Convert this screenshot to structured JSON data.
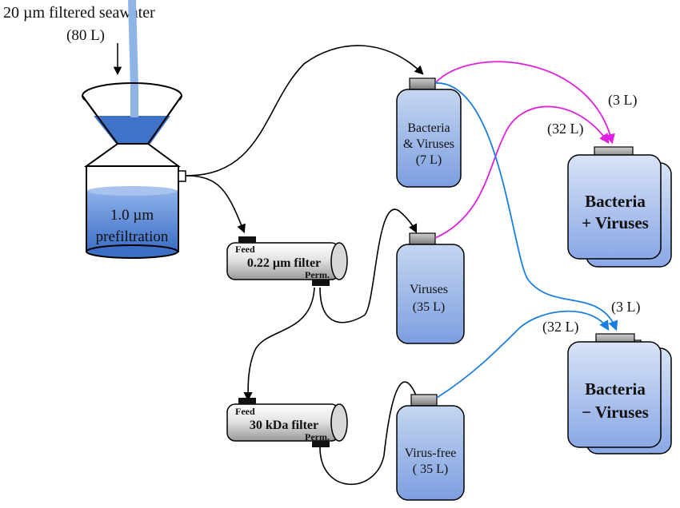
{
  "title": "",
  "source": {
    "label": "20 µm filtered seawater",
    "volume": "(80 L)"
  },
  "prefilter": {
    "line1": "1.0 µm",
    "line2": "prefiltration"
  },
  "filters": {
    "filter_022": {
      "name": "0.22 µm filter",
      "feed": "Feed",
      "perm": "Perm."
    },
    "filter_30kda": {
      "name": "30 kDa filter",
      "feed": "Feed",
      "perm": "Perm."
    }
  },
  "bottles": {
    "bacteria_viruses": {
      "line1": "Bacteria",
      "line2": "& Viruses",
      "line3": "(7 L)"
    },
    "viruses": {
      "line1": "Viruses",
      "line2": "(35 L)"
    },
    "virus_free": {
      "line1": "Virus-free",
      "line2": "( 35 L)"
    }
  },
  "carboys": {
    "plus": {
      "line1": "Bacteria",
      "line2": "+ Viruses",
      "in_small": "(3 L)",
      "in_large": "(32 L)"
    },
    "minus": {
      "line1": "Bacteria",
      "line2": "− Viruses",
      "in_small": "(3 L)",
      "in_large": "(32 L)"
    }
  },
  "colors": {
    "bottle_top": "#bcd0ee",
    "bottle_bottom": "#7f9fe0",
    "water": "#3f73c8",
    "magenta": "#e020e0",
    "blue_line": "#1a7fe0",
    "stream": "#8fb4e6"
  }
}
